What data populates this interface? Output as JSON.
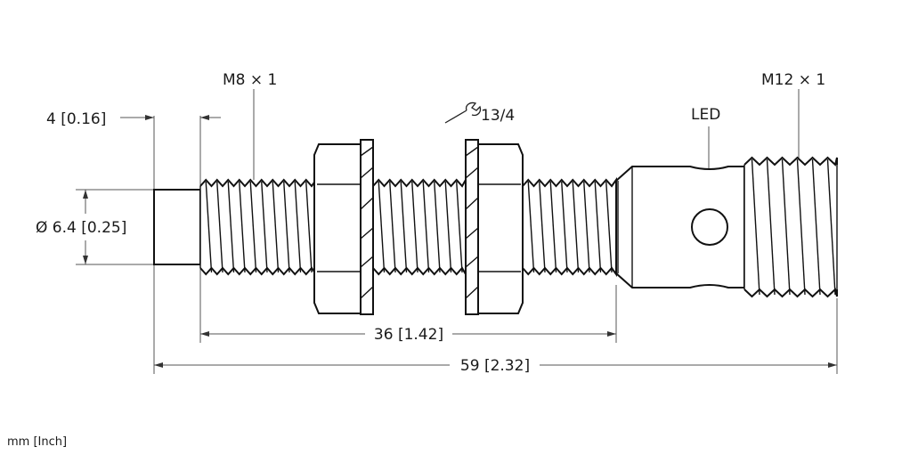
{
  "labels": {
    "thread_left": "M8 × 1",
    "tip_length": "4 [0.16]",
    "diameter": "Ø 6.4 [0.25]",
    "wrench_size": "13/4",
    "led": "LED",
    "thread_right": "M12 × 1",
    "thread_length": "36 [1.42]",
    "total_length": "59 [2.32]",
    "units": "mm [Inch]"
  },
  "icons": {
    "wrench": "wrench-icon"
  },
  "colors": {
    "line": "#111111",
    "dimension": "#555555"
  }
}
